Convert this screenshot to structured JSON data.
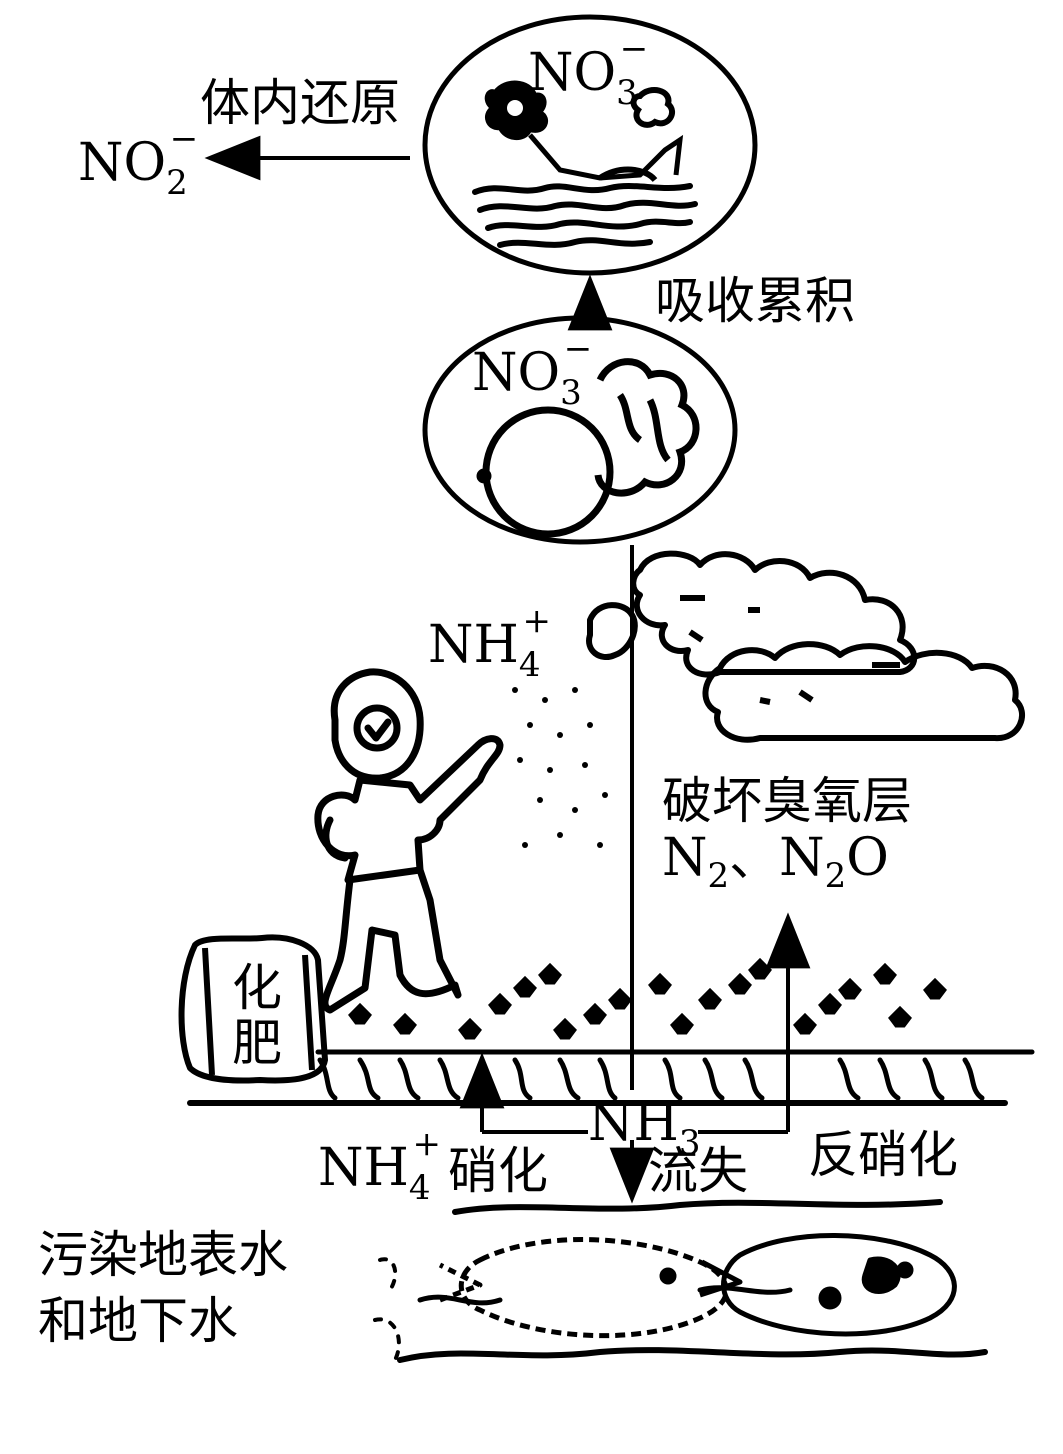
{
  "diagram": {
    "nodes": {
      "nitrite": {
        "base": "NO",
        "sub": "2",
        "sup": "−"
      },
      "nitrate_top": {
        "base": "NO",
        "sub": "3",
        "sup": "−"
      },
      "nitrate_mid": {
        "base": "NO",
        "sub": "3",
        "sup": "−"
      },
      "ammonium_air": {
        "base": "NH",
        "sub": "4",
        "sup": "+"
      },
      "ammonium_soil": {
        "base": "NH",
        "sub": "4",
        "sup": "+"
      },
      "ammonia": {
        "base": "NH",
        "sub": "3"
      },
      "fertilizer_bag": {
        "line1": "化",
        "line2": "肥"
      }
    },
    "labels": {
      "internal_reduction": "体内还原",
      "absorption_accumulation": "吸收累积",
      "destroy_ozone": "破坏臭氧层",
      "n2": {
        "base": "N",
        "sub": "2"
      },
      "separator": "、",
      "n2o": {
        "base": "N",
        "sub": "2",
        "tail": "O"
      },
      "nitrification": "硝化",
      "runoff": "流失",
      "denitrification": "反硝化",
      "pollution_line1": "污染地表水",
      "pollution_line2": "和地下水"
    },
    "colors": {
      "ink": "#000000",
      "paper": "#ffffff"
    }
  }
}
